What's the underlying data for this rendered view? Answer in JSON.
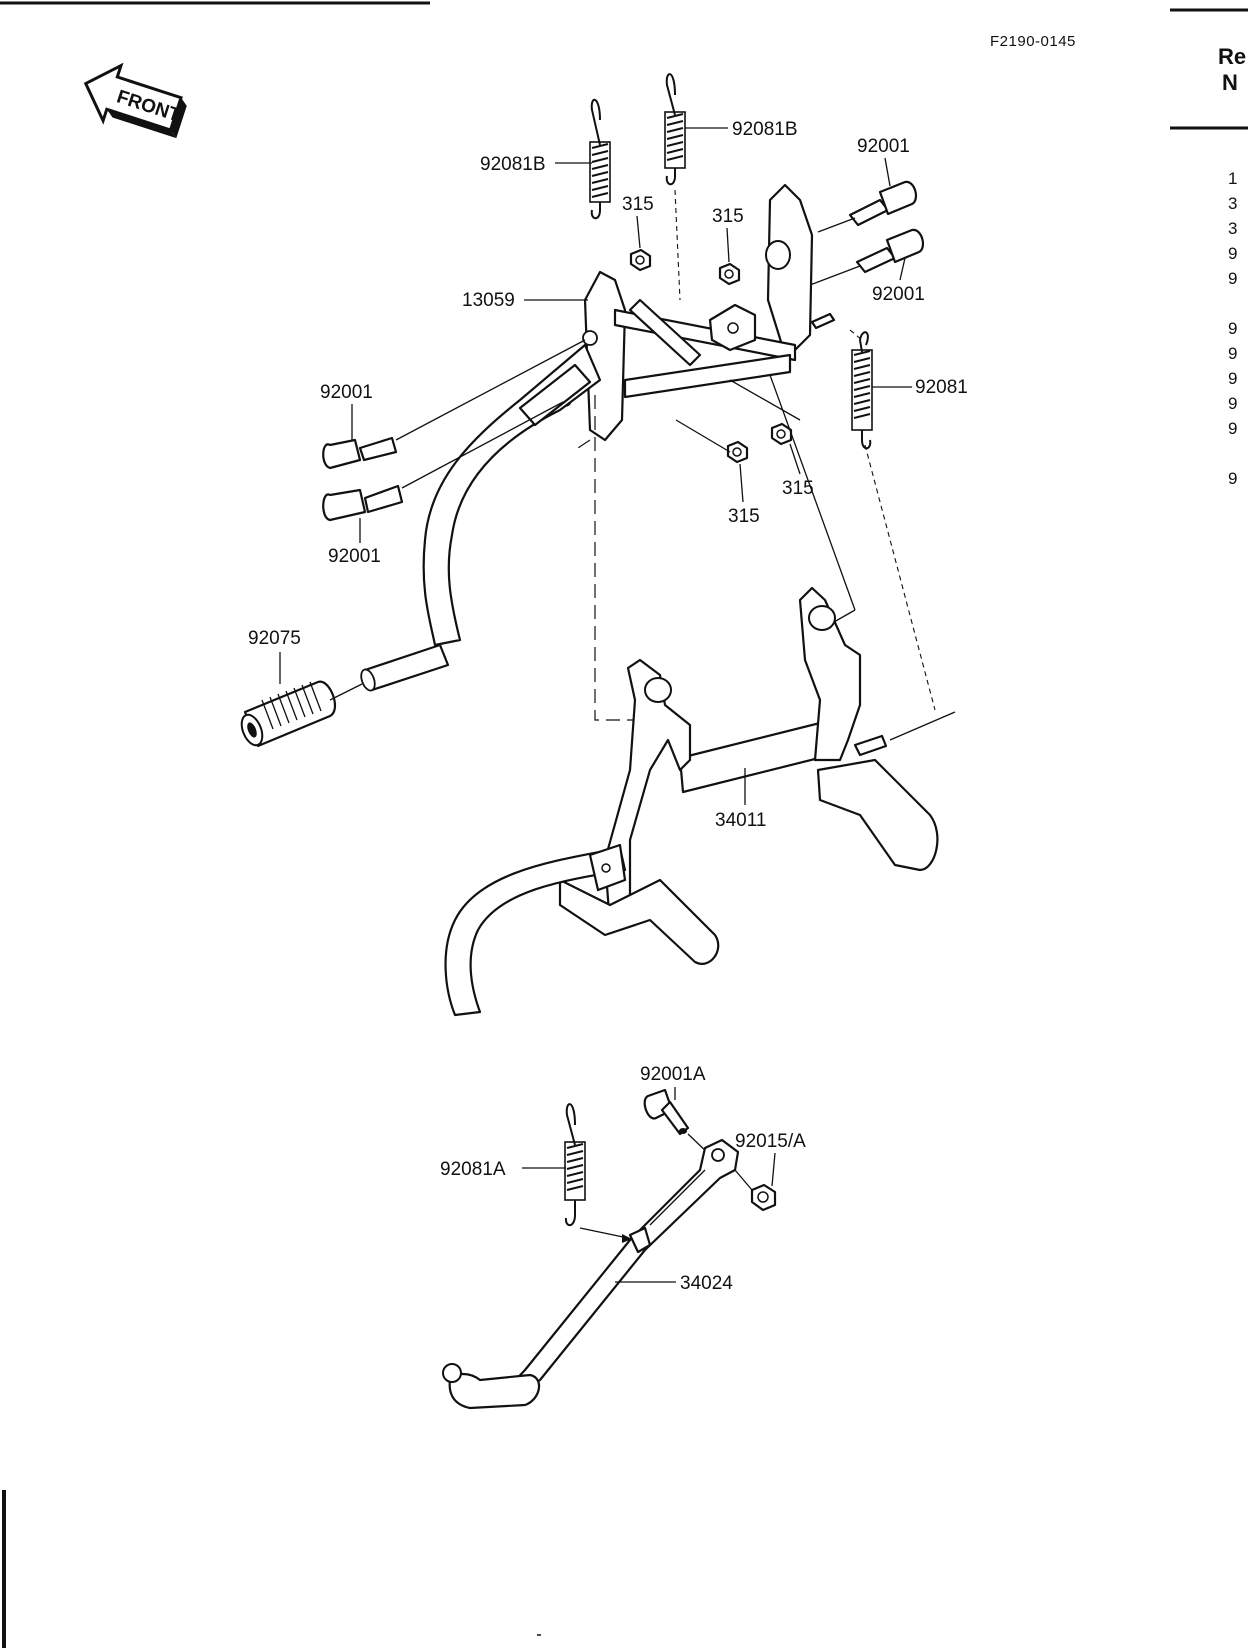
{
  "figure_code": "F2190-0145",
  "front_arrow": {
    "text": "FRONT",
    "icon": "front-direction-arrow-icon"
  },
  "side_table": {
    "header_line1": "Re",
    "header_line2": "N",
    "rows": [
      "1",
      "3",
      "3",
      "9",
      "9",
      "9",
      "9",
      "9",
      "9",
      "9",
      "9"
    ]
  },
  "callouts": {
    "spring_b_left": "92081B",
    "spring_b_right": "92081B",
    "nut_top_left": "315",
    "nut_top_right": "315",
    "bolt_top_upper": "92001",
    "bolt_top_lower": "92001",
    "bracket": "13059",
    "spring_main": "92081",
    "bolt_left_upper": "92001",
    "bolt_left_lower": "92001",
    "nut_bottom_left": "315",
    "nut_bottom_right": "315",
    "grip": "92075",
    "center_stand": "34011",
    "side_bolt": "92001A",
    "side_nut": "92015/A",
    "side_spring": "92081A",
    "side_stand": "34024"
  }
}
